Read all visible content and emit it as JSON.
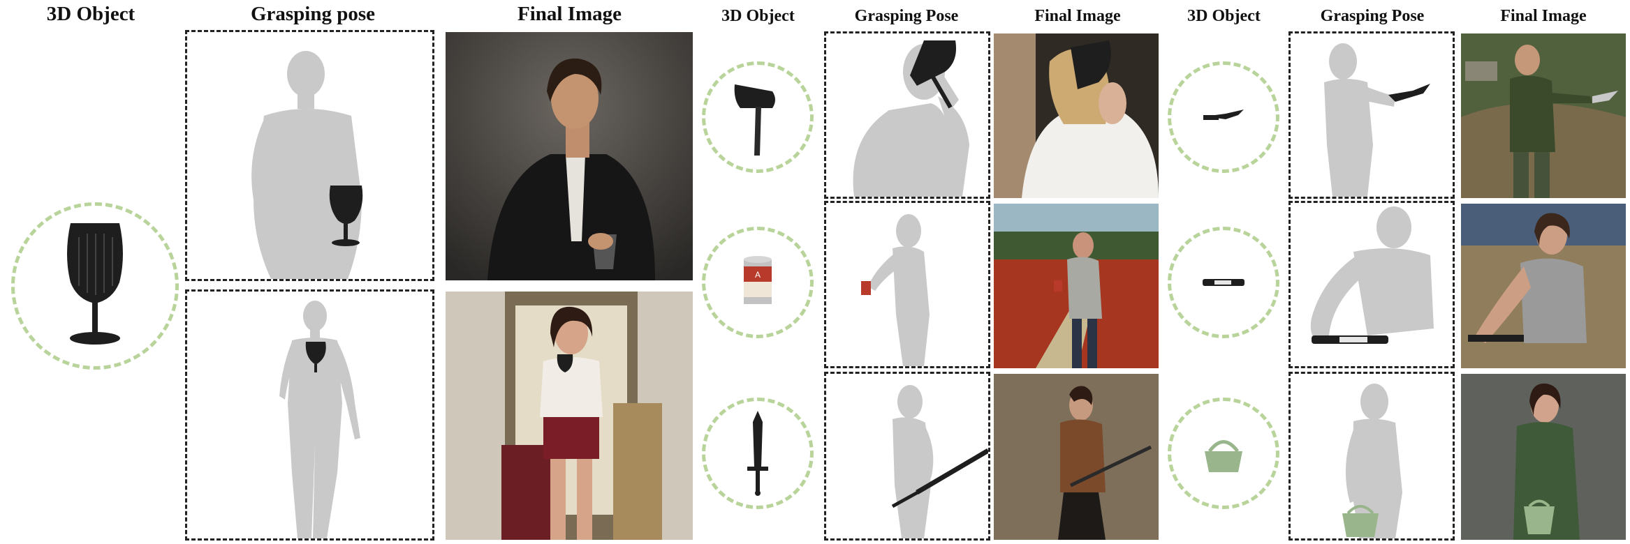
{
  "headers": {
    "left": {
      "object": "3D Object",
      "pose": "Grasping pose",
      "final": "Final Image"
    },
    "middle": {
      "object": "3D Object",
      "pose": "Grasping Pose",
      "final": "Final Image"
    },
    "right": {
      "object": "3D Object",
      "pose": "Grasping Pose",
      "final": "Final Image"
    }
  },
  "icons": {
    "left": [
      "wine-glass"
    ],
    "middle": [
      "axe",
      "soup-can",
      "sword"
    ],
    "right": [
      "knife",
      "marker",
      "handbag"
    ]
  },
  "colors": {
    "circle_dash": "#b9d49a",
    "mesh": "#c9c9c9",
    "object": "#1e1e1e"
  },
  "can_label": "A"
}
